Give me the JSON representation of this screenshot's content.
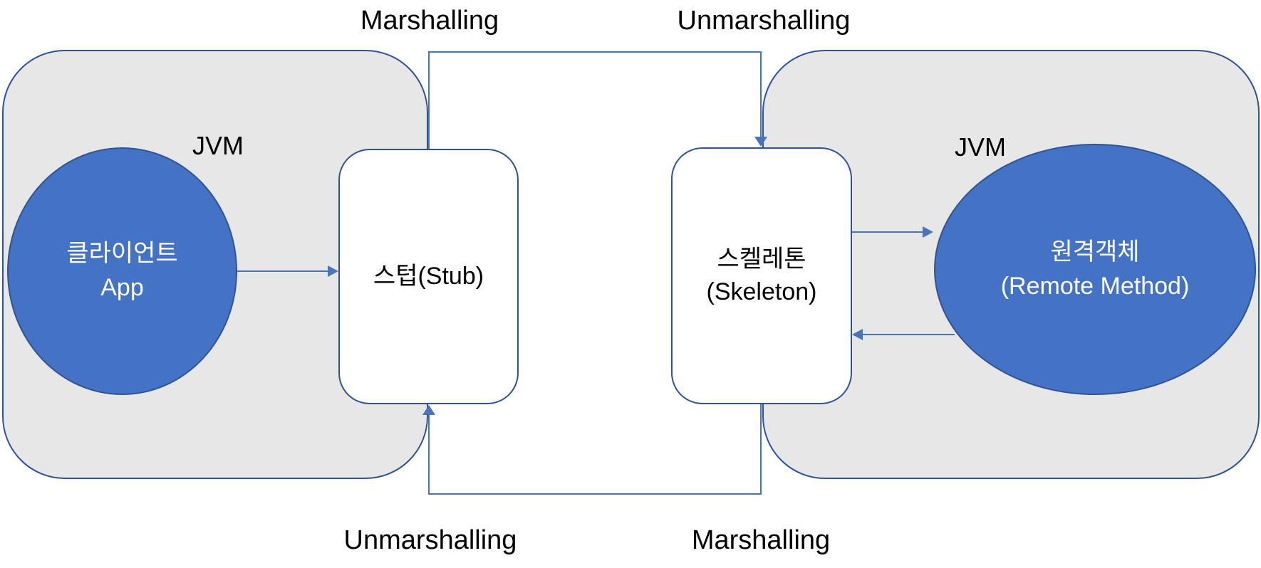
{
  "labels": {
    "marshalling_top": "Marshalling",
    "unmarshalling_top": "Unmarshalling",
    "unmarshalling_bottom": "Unmarshalling",
    "marshalling_bottom": "Marshalling",
    "jvm_left": "JVM",
    "jvm_right": "JVM"
  },
  "shapes": {
    "client": {
      "line1": "클라이언트",
      "line2": "App"
    },
    "stub": {
      "label": "스텁(Stub)"
    },
    "skeleton": {
      "line1": "스켈레톤",
      "line2": "(Skeleton)"
    },
    "remote": {
      "line1": "원격객체",
      "line2": "(Remote Method)"
    }
  },
  "colors": {
    "shape_blue": "#4472C4",
    "border_blue": "#2F5496",
    "gray_fill": "#E8E7E7",
    "connector_blue": "#4A74BA",
    "text_black": "#000000",
    "text_white": "#FFFFFF",
    "bg_white": "#FFFFFF"
  }
}
